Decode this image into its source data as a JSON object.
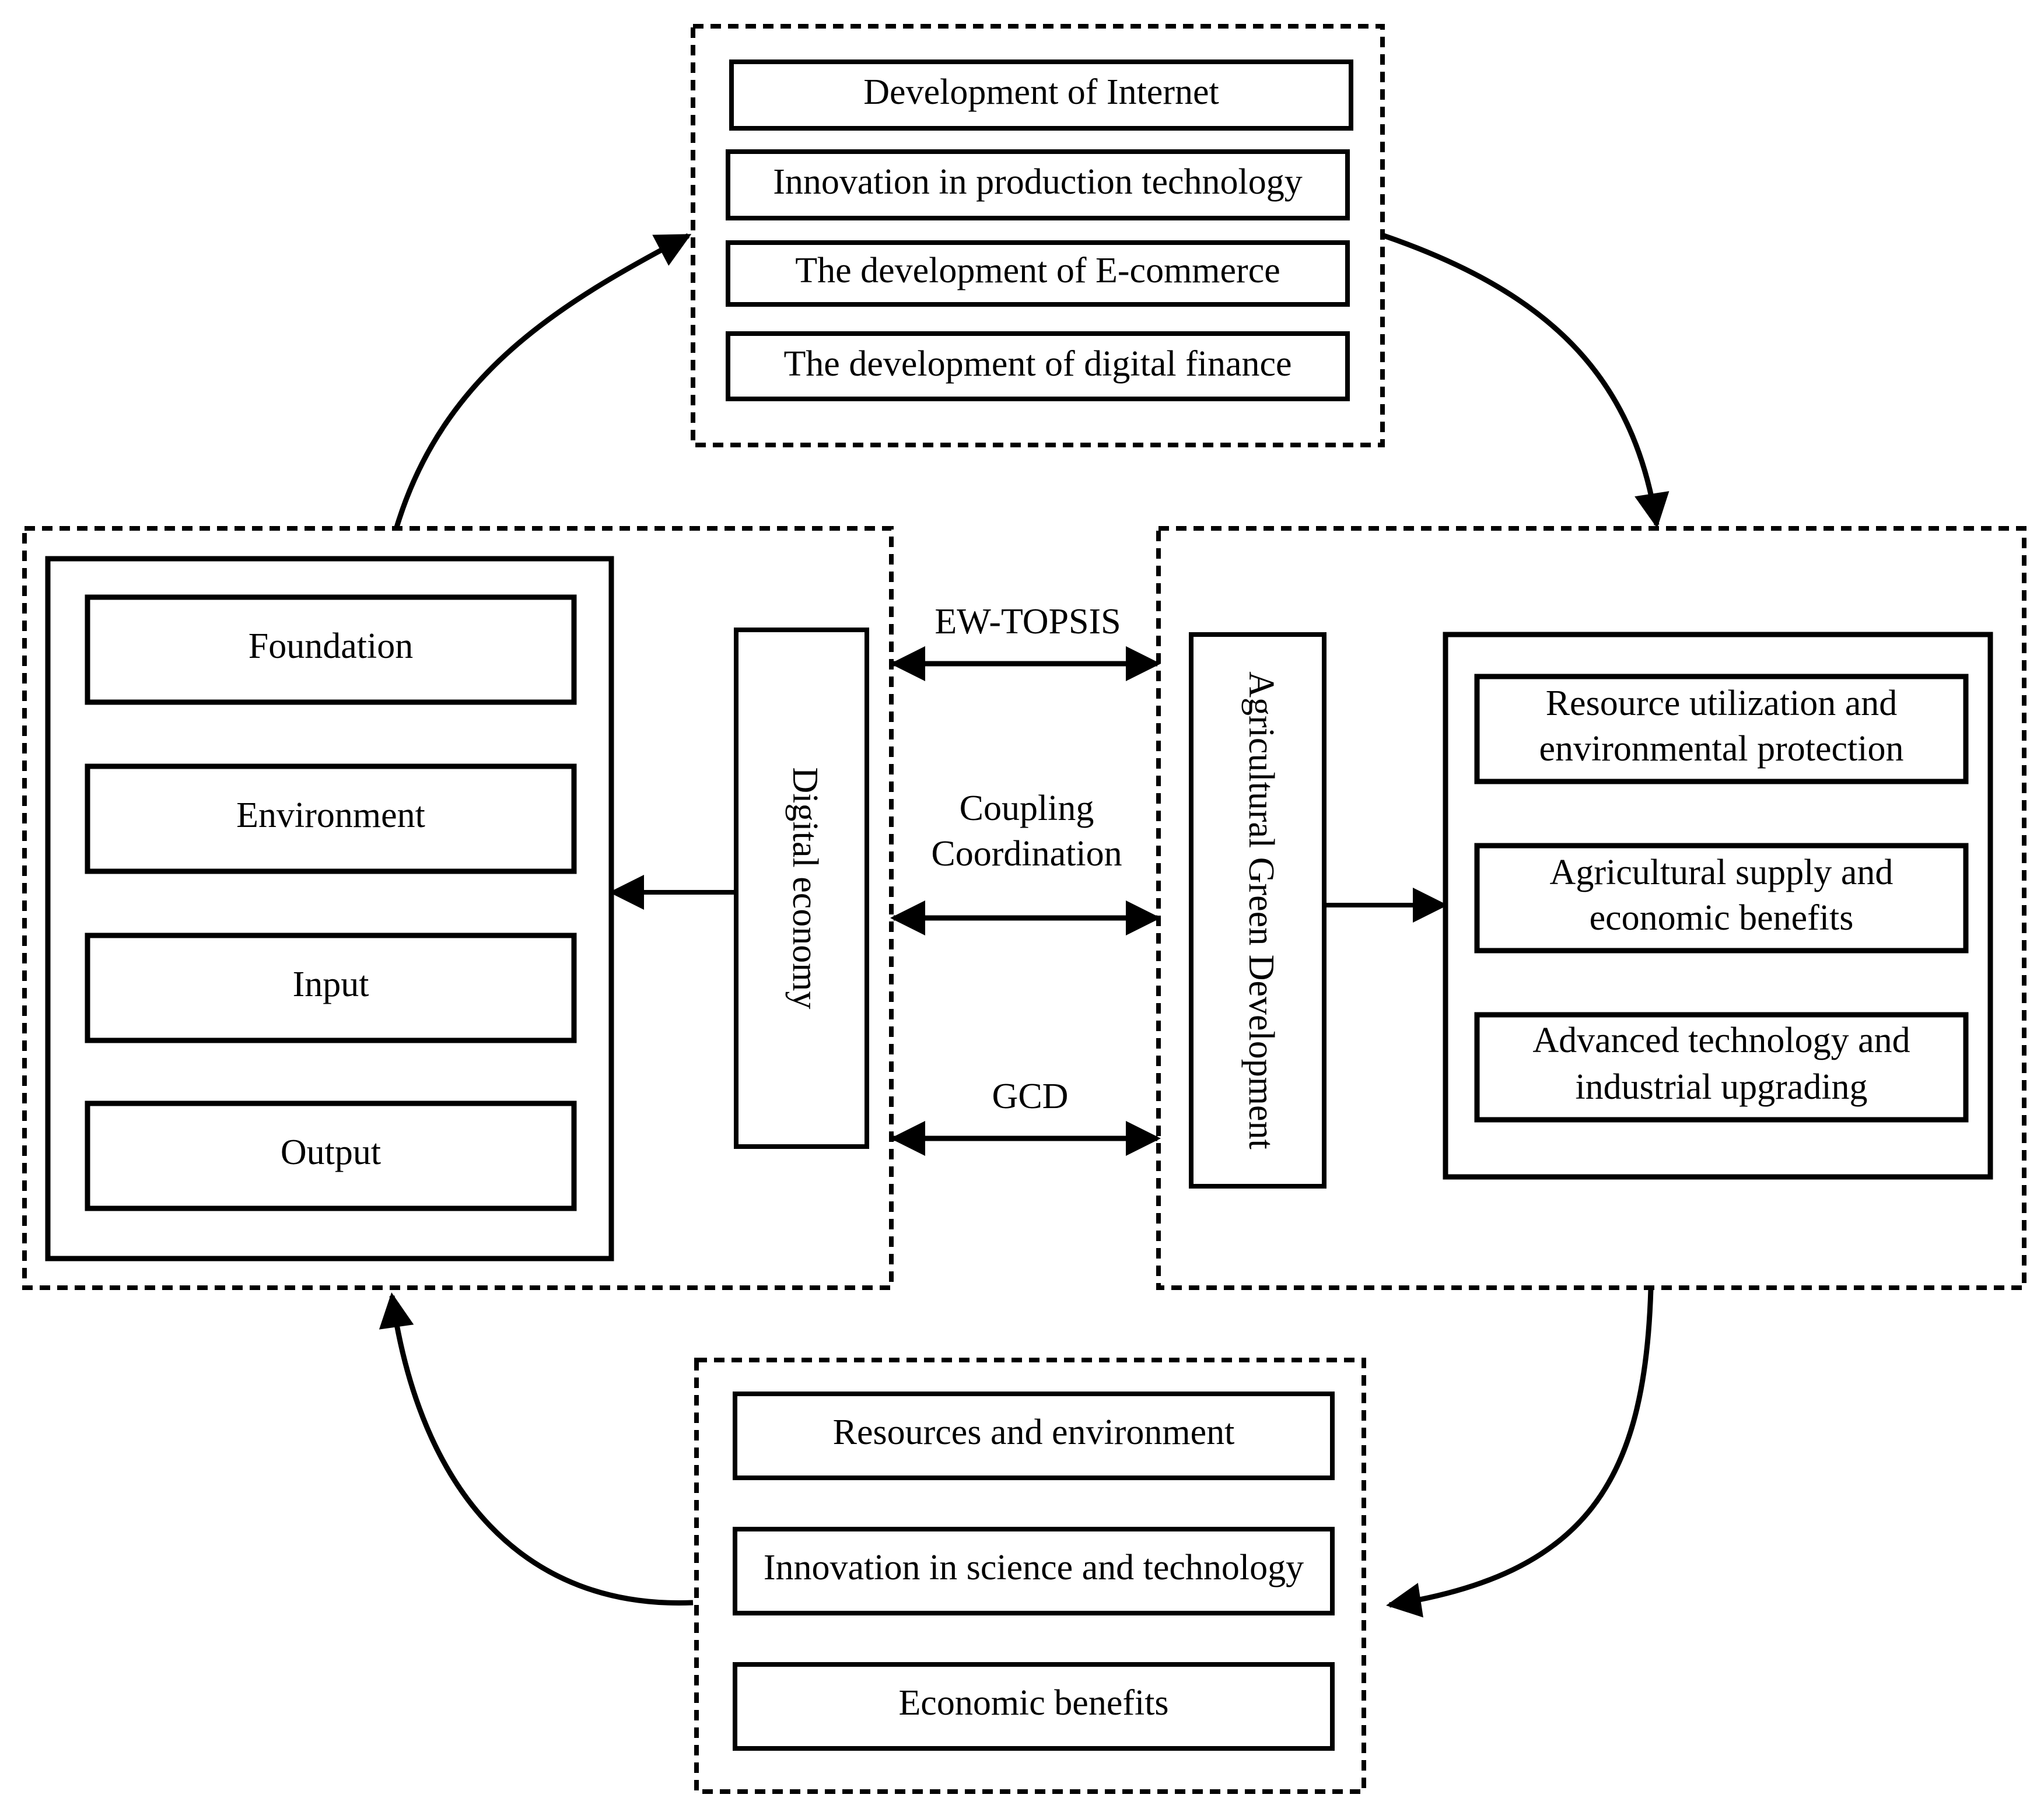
{
  "top_group": {
    "items": [
      "Development of Internet",
      "Innovation in production technology",
      "The development of E-commerce",
      "The development of digital finance"
    ]
  },
  "left_group": {
    "items": [
      "Foundation",
      "Environment",
      "Input",
      "Output"
    ],
    "core_label": "Digital economy"
  },
  "center": {
    "method_1": "EW-TOPSIS",
    "method_2_line1": "Coupling",
    "method_2_line2": "Coordination",
    "method_3": "GCD"
  },
  "right_group": {
    "core_label": "Agricultural Green Development",
    "items": [
      {
        "line1": "Resource utilization and",
        "line2": "environmental protection"
      },
      {
        "line1": "Agricultural supply and",
        "line2": "economic benefits"
      },
      {
        "line1": "Advanced technology and",
        "line2": "industrial upgrading"
      }
    ]
  },
  "bottom_group": {
    "items": [
      "Resources and environment",
      "Innovation in science and technology",
      "Economic benefits"
    ]
  }
}
